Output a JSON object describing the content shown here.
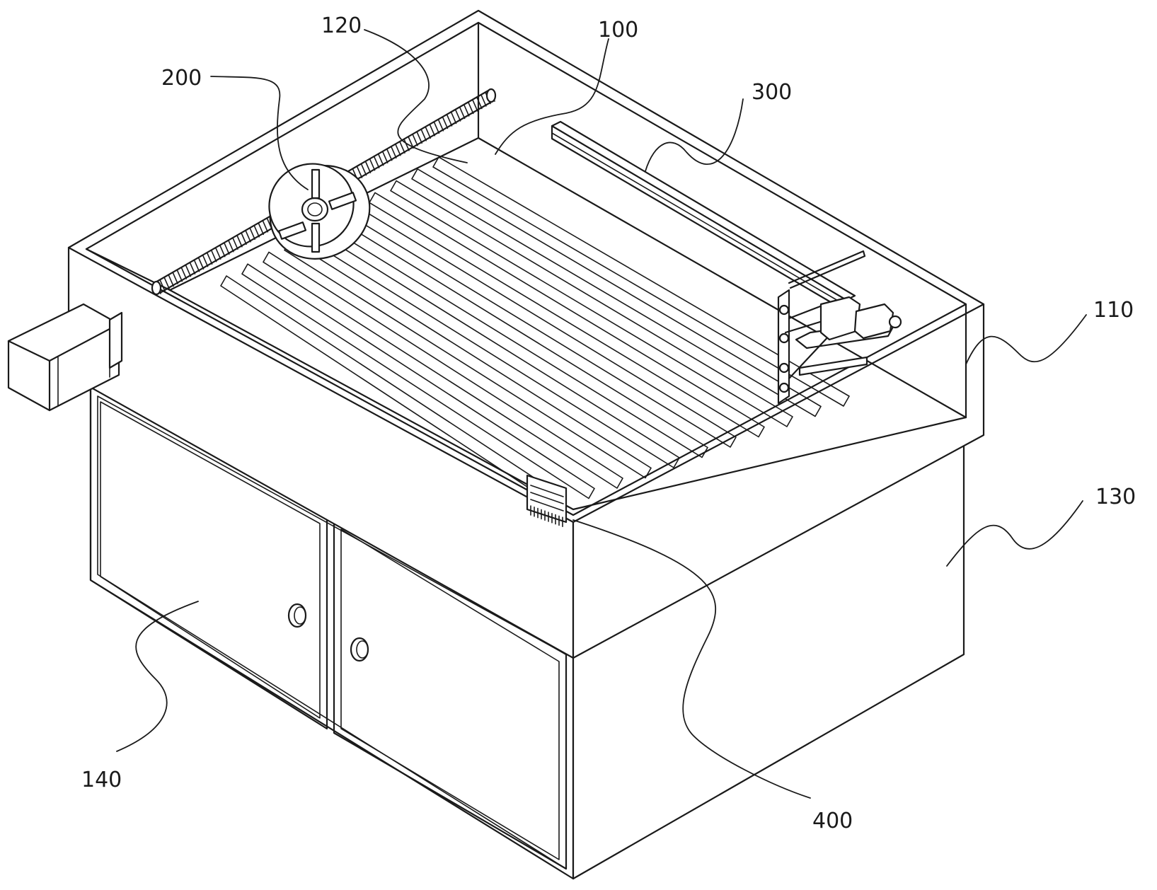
{
  "figure": {
    "labels": {
      "l100": "100",
      "l110": "110",
      "l120": "120",
      "l130": "130",
      "l140": "140",
      "l200": "200",
      "l300": "300",
      "l400": "400"
    }
  }
}
